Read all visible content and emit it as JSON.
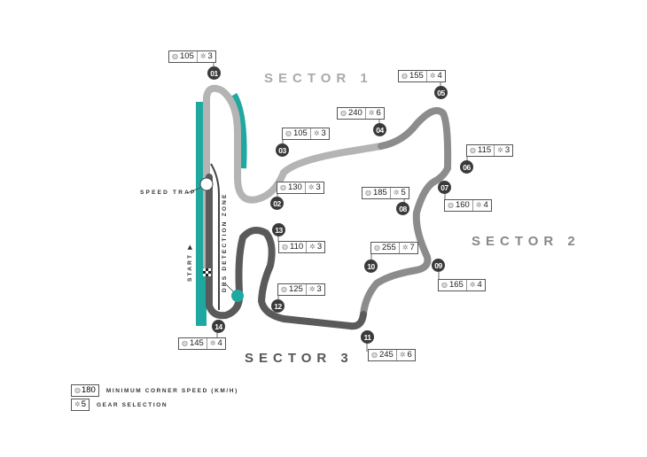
{
  "sectors": [
    {
      "label": "SECTOR 1",
      "color": "#aaaaaa"
    },
    {
      "label": "SECTOR 2",
      "color": "#888888"
    },
    {
      "label": "SECTOR 3",
      "color": "#555555"
    }
  ],
  "corners": [
    {
      "num": "01",
      "speed": "105",
      "gear": "3"
    },
    {
      "num": "02",
      "speed": "130",
      "gear": "3"
    },
    {
      "num": "03",
      "speed": "105",
      "gear": "3"
    },
    {
      "num": "04",
      "speed": "240",
      "gear": "6"
    },
    {
      "num": "05",
      "speed": "155",
      "gear": "4"
    },
    {
      "num": "06",
      "speed": "115",
      "gear": "3"
    },
    {
      "num": "07",
      "speed": "160",
      "gear": "4"
    },
    {
      "num": "08",
      "speed": "185",
      "gear": "5"
    },
    {
      "num": "09",
      "speed": "165",
      "gear": "4"
    },
    {
      "num": "10",
      "speed": "255",
      "gear": "7"
    },
    {
      "num": "11",
      "speed": "245",
      "gear": "6"
    },
    {
      "num": "12",
      "speed": "125",
      "gear": "3"
    },
    {
      "num": "13",
      "speed": "110",
      "gear": "3"
    },
    {
      "num": "14",
      "speed": "145",
      "gear": "4"
    }
  ],
  "labels": {
    "speed_trap": "SPEED TRAP",
    "drs_detection": "DRS DETECTION ZONE",
    "start": "START"
  },
  "icons": {
    "speed": "speedometer-icon",
    "gear": "gear-icon",
    "speed_glyph": "◍",
    "gear_glyph": "✲"
  },
  "legend": [
    {
      "sample": "180",
      "icon": "speedometer-icon",
      "glyph": "◍",
      "text": "MINIMUM CORNER SPEED (KM/H)"
    },
    {
      "sample": "5",
      "icon": "gear-icon",
      "glyph": "✲",
      "text": "GEAR SELECTION"
    }
  ],
  "colors": {
    "drs_accent": "#1fa8a0",
    "sector1": "#b4b4b4",
    "sector2": "#8c8c8c",
    "sector3": "#5a5a5a",
    "turn_badge": "#3a3a3a"
  }
}
